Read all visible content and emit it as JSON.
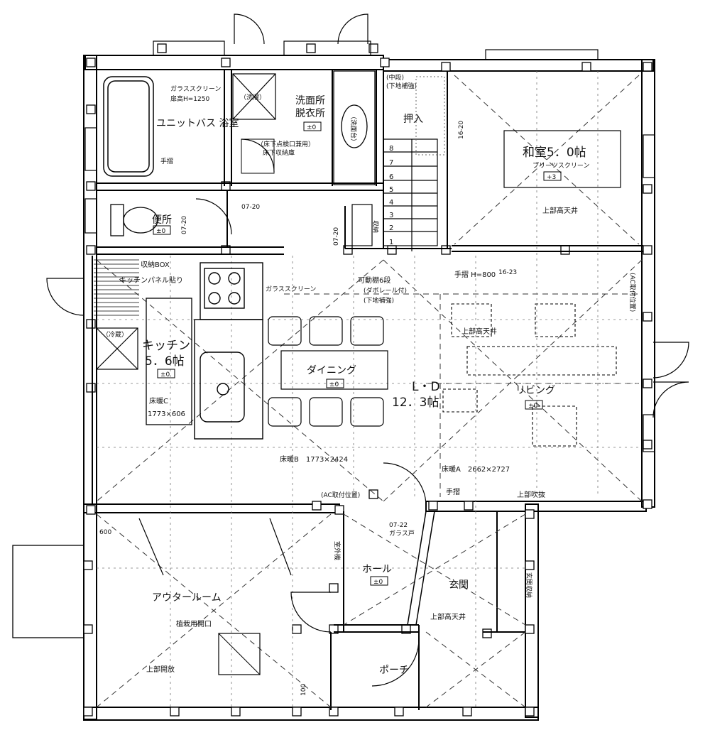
{
  "rooms": {
    "bath": "ユニットバス 浴室",
    "bath_screen": "ガラススクリーン",
    "bath_screen_height": "扉高H=1250",
    "handrail": "手摺",
    "washer": "（洗濯）",
    "washroom": "洗面所",
    "dressing": "脱衣所",
    "level_zero": "±0",
    "underfloor": "（床下点検口兼用）",
    "underfloor_storage": "床下収納庫",
    "sink": "（洗面台）",
    "toilet": "便所",
    "storage_box": "収納BOX",
    "kitchen_panel": "キッチンパネル貼り",
    "glass_screen": "ガラススクリーン",
    "kitchen_line1": "キッチン",
    "kitchen_line2": "5．6帖",
    "fridge": "（冷蔵）",
    "floor_heat_c": "床暖C",
    "floor_heat_c_size": "1773×606",
    "dining": "ダイニング",
    "ld_label": "L・D",
    "ld_size": "12．3帖",
    "living": "リビング",
    "floor_heat_b": "床暖B　1773×2424",
    "floor_heat_a": "床暖A　2662×2727",
    "washitsu": "和室5．0帖",
    "washitsu_screen": "プリーツスクリーン",
    "washitsu_level": "+3",
    "oshiire": "押入",
    "oshiire_note1": "(中段)",
    "oshiire_note2": "(下地補強)",
    "ceiling_up": "上部高天井",
    "ceiling_open": "上部吹抜",
    "ceiling_open2": "上部開放",
    "stair_rail": "手摺 H=800",
    "shelf": "可動棚6段",
    "shelf_note1": "(ダボレール付)",
    "shelf_note2": "(下地補強)",
    "ac_pos": "(AC取付位置)",
    "ac_pos_side": "(AC取付位置)",
    "storage": "収納",
    "hall": "ホール",
    "genkan": "玄関",
    "genkan_storage": "玄関収納",
    "porch": "ポーチ",
    "outer_room": "アウタールーム",
    "plant_opening": "植栽用開口",
    "outdoor_unit": "室外機",
    "glass_door_code": "07-22",
    "glass_door": "ガラス戸",
    "code_0720a": "07-20",
    "code_0720b": "07-20",
    "code_0720c": "07-20",
    "code_1620": "16-20",
    "code_1623": "16-23",
    "dim_600": "600",
    "dim_100": "100"
  },
  "stairs": [
    "1",
    "2",
    "3",
    "4",
    "5",
    "6",
    "7",
    "8"
  ]
}
